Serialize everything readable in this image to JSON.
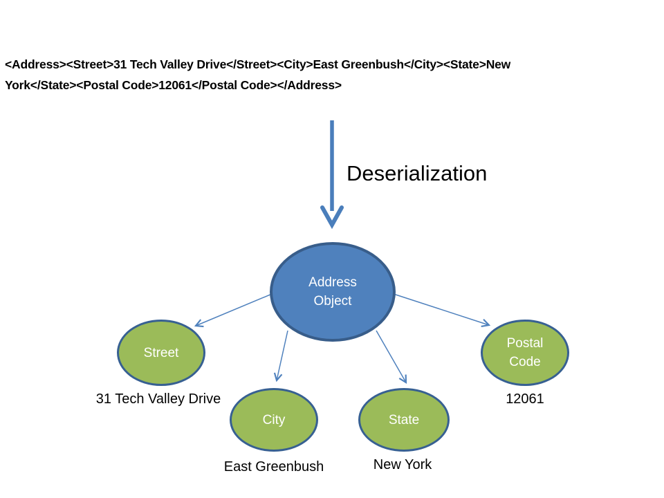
{
  "slide": {
    "xml_text": {
      "line1": "<Address><Street>31 Tech Valley Drive</Street><City>East Greenbush</City><State>New",
      "line2": "York</State><Postal Code>12061</Postal Code></Address>"
    },
    "process_label": "Deserialization",
    "root_node": {
      "label": "Address Object"
    },
    "nodes": [
      {
        "id": "street",
        "label": "Street",
        "value": "31 Tech Valley Drive"
      },
      {
        "id": "city",
        "label": "City",
        "value": "East Greenbush"
      },
      {
        "id": "state",
        "label": "State",
        "value": "New York"
      },
      {
        "id": "postal-code",
        "label": "Postal Code",
        "value": "12061"
      }
    ],
    "colors": {
      "root_fill": "#4f81bd",
      "root_border": "#385d8a",
      "child_fill": "#9bbb59",
      "child_border": "#376092",
      "arrow_blue": "#4a7ebb",
      "connector_blue": "#4f81bd",
      "text_black": "#000000",
      "node_text_white": "#ffffff"
    }
  }
}
